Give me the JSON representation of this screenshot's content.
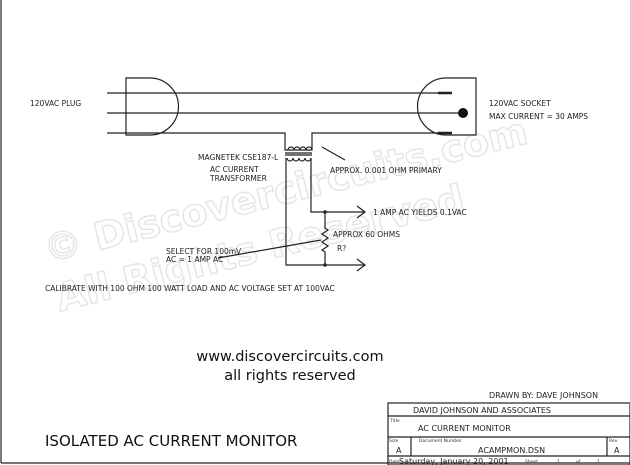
{
  "diagram": {
    "watermark": [
      "© Discovercircuits.com",
      "All Rights Reserved"
    ],
    "labels": {
      "plug": "120VAC PLUG",
      "socket": "120VAC SOCKET",
      "max_current": "MAX CURRENT = 30 AMPS",
      "transformer_part": "MAGNETEK CSE187-L",
      "transformer_desc1": "AC CURRENT",
      "transformer_desc2": "TRANSFORMER",
      "primary": "APPROX. 0.001 OHM PRIMARY",
      "output": "1 AMP AC YIELDS 0.1VAC",
      "resistor_value": "APPROX 60 OHMS",
      "resistor_ref": "R?",
      "select1": "SELECT FOR 100mV",
      "select2": "AC = 1 AMP AC",
      "calibrate": "CALIBRATE WITH 100 OHM 100 WATT LOAD AND AC VOLTAGE SET AT 100VAC"
    },
    "website": "www.discovercircuits.com",
    "rights": "all rights reserved",
    "big_title": "ISOLATED AC CURRENT MONITOR"
  },
  "title_block": {
    "drawn_by": "DRAWN BY: DAVE JOHNSON",
    "company": "DAVID JOHNSON AND ASSOCIATES",
    "title_label": "Title",
    "title": "AC CURRENT MONITOR",
    "size_label": "Size",
    "size": "A",
    "docnum_label": "Document Number",
    "docnum": "ACAMPMON.DSN",
    "rev_label": "Rev",
    "rev": "A",
    "date_label": "Date:",
    "date": "Saturday, January 20, 2001",
    "sheet_label": "Sheet",
    "sheet": "1",
    "of_label": "of",
    "sheet_total": "1"
  }
}
